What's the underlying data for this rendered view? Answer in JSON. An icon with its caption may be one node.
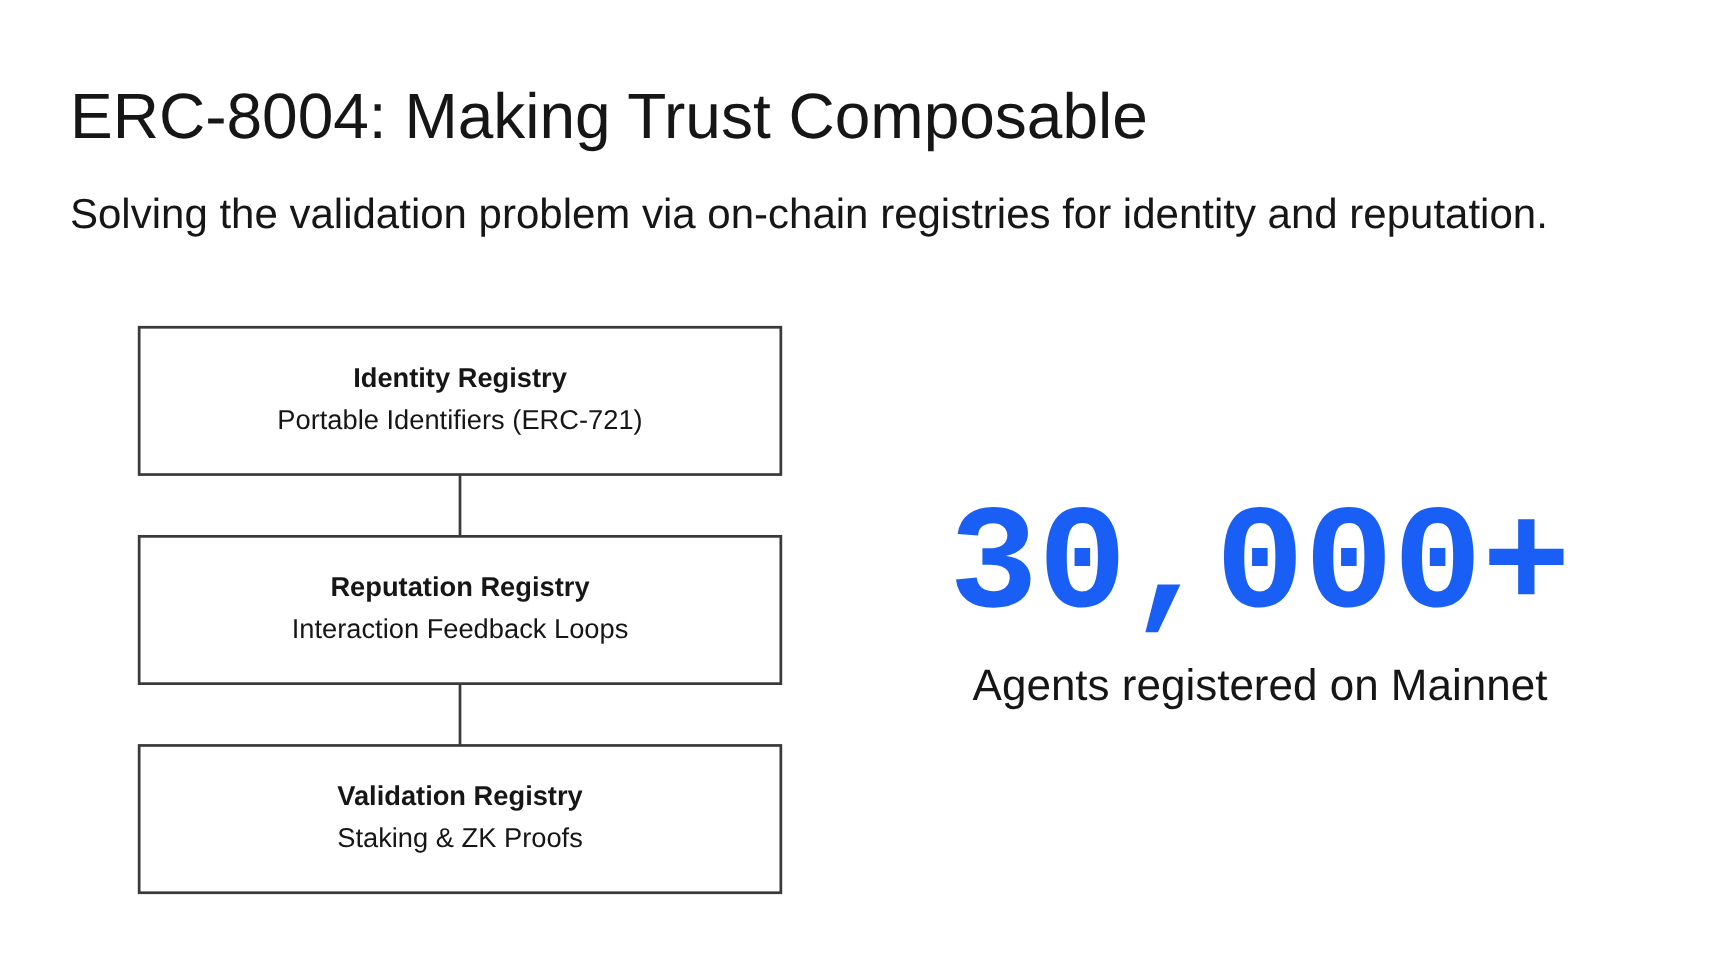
{
  "diagram": {
    "title": "ERC-8004: Making Trust Composable",
    "nodes": [
      {
        "text": [
          "Identity Registry",
          "Portable Identifiers (ERC-721)"
        ]
      },
      {
        "text": [
          "Reputation Registry",
          "Interaction Feedback Loops"
        ]
      },
      {
        "text": [
          "Validation Registry",
          "Staking & ZK Proofs"
        ]
      }
    ],
    "edges": [
      {
        "from": 0,
        "to": 1,
        "arrow": "none"
      },
      {
        "from": 1,
        "to": 2,
        "arrow": "none"
      }
    ],
    "labels": [
      "Solving the validation problem via on-chain registries for identity and reputation.",
      "30,000+",
      "Agents registered on Mainnet"
    ]
  }
}
